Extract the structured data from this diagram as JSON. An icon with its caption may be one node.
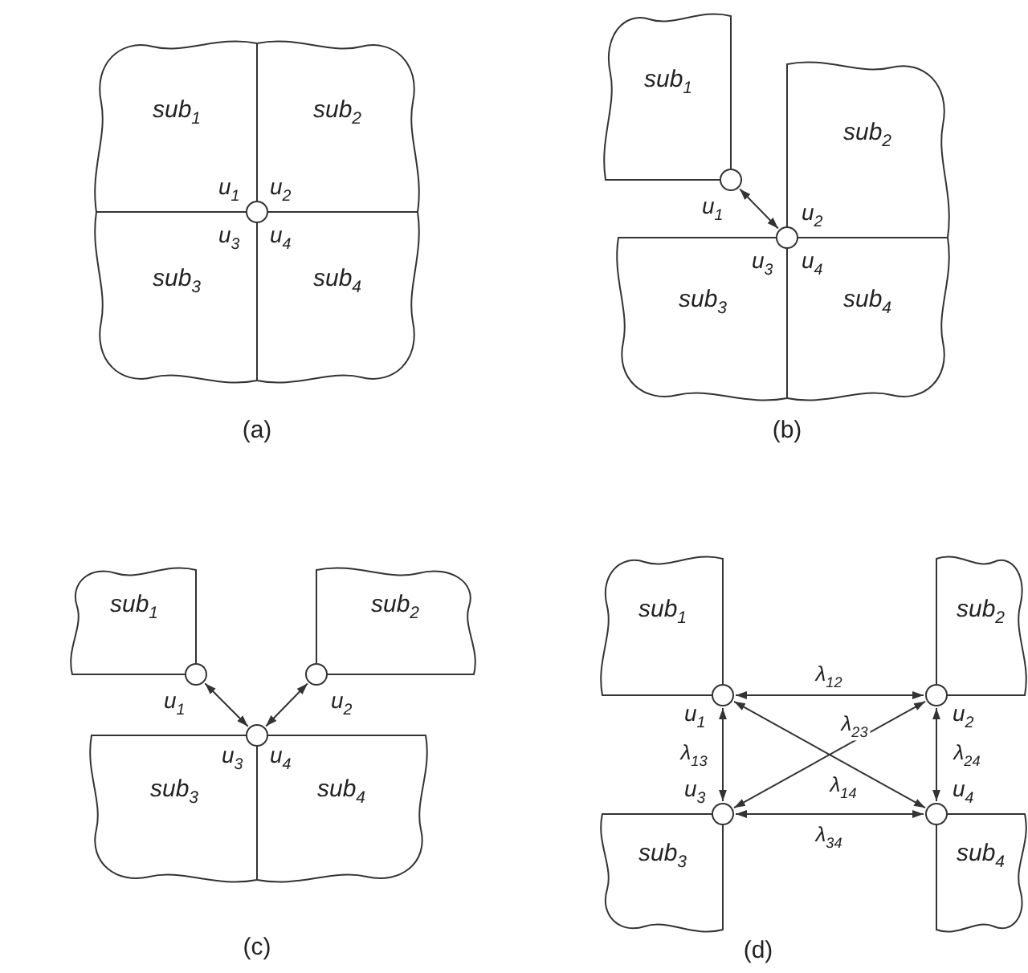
{
  "diagram": {
    "nodes": [
      {
        "text": [
          "sub$_{1}$"
        ]
      },
      {
        "text": [
          "sub$_{2}$"
        ]
      },
      {
        "text": [
          "sub$_{3}$"
        ]
      },
      {
        "text": [
          "sub$_{4}$"
        ]
      },
      {
        "text": [],
        "shape": "circle",
        "beside": [
          "u$_{1}$",
          "u$_{2}$",
          "u$_{3}$",
          "u$_{4}$"
        ]
      },
      {
        "text": [
          "sub$_{1}$"
        ]
      },
      {
        "text": [
          "sub$_{2}$"
        ]
      },
      {
        "text": [
          "sub$_{3}$"
        ]
      },
      {
        "text": [
          "sub$_{4}$"
        ]
      },
      {
        "text": [],
        "shape": "circle",
        "beside": [
          "u$_{1}$"
        ]
      },
      {
        "text": [],
        "shape": "circle",
        "beside": [
          "u$_{2}$",
          "u$_{3}$",
          "u$_{4}$"
        ]
      },
      {
        "text": [
          "sub$_{1}$"
        ]
      },
      {
        "text": [
          "sub$_{2}$"
        ]
      },
      {
        "text": [
          "sub$_{3}$"
        ]
      },
      {
        "text": [
          "sub$_{4}$"
        ]
      },
      {
        "text": [],
        "shape": "circle",
        "beside": [
          "u$_{1}$"
        ]
      },
      {
        "text": [],
        "shape": "circle",
        "beside": [
          "u$_{2}$"
        ]
      },
      {
        "text": [],
        "shape": "circle",
        "beside": [
          "u$_{3}$",
          "u$_{4}$"
        ]
      },
      {
        "text": [
          "sub$_{1}$"
        ]
      },
      {
        "text": [
          "sub$_{2}$"
        ]
      },
      {
        "text": [
          "sub$_{3}$"
        ]
      },
      {
        "text": [
          "sub$_{4}$"
        ]
      },
      {
        "text": [],
        "shape": "circle",
        "beside": [
          "u$_{1}$"
        ]
      },
      {
        "text": [],
        "shape": "circle",
        "beside": [
          "u$_{2}$"
        ]
      },
      {
        "text": [],
        "shape": "circle",
        "beside": [
          "u$_{3}$"
        ]
      },
      {
        "text": [],
        "shape": "circle",
        "beside": [
          "u$_{4}$"
        ]
      }
    ],
    "edges": [
      {
        "from": 9,
        "to": 10,
        "arrow": "both"
      },
      {
        "from": 15,
        "to": 17,
        "arrow": "both"
      },
      {
        "from": 16,
        "to": 17,
        "arrow": "both"
      },
      {
        "from": 22,
        "to": 23,
        "arrow": "both",
        "label": "λ$_{12}$"
      },
      {
        "from": 23,
        "to": 24,
        "arrow": "both",
        "label": "λ$_{23}$"
      },
      {
        "from": 22,
        "to": 24,
        "arrow": "both",
        "label": "λ$_{13}$"
      },
      {
        "from": 22,
        "to": 25,
        "arrow": "both",
        "label": "λ$_{14}$"
      },
      {
        "from": 23,
        "to": 25,
        "arrow": "both",
        "label": "λ$_{24}$"
      },
      {
        "from": 24,
        "to": 25,
        "arrow": "both",
        "label": "λ$_{34}$"
      }
    ],
    "labels": [
      "(a)",
      "(b)",
      "(c)",
      "(d)"
    ]
  }
}
